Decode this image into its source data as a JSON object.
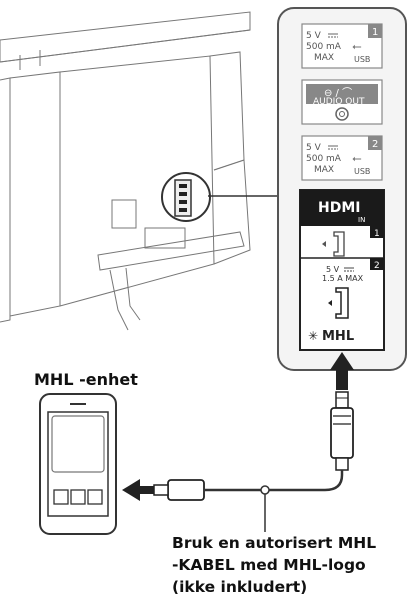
{
  "device_label": "MHL -enhet",
  "caption": {
    "line1": "Bruk en autorisert MHL",
    "line2": "-KABEL med MHL-logo",
    "line3": "(ikke inkludert)"
  },
  "ports": {
    "usb1": {
      "voltage": "5 V",
      "current": "500 mA",
      "max": "MAX",
      "number": "1",
      "label": "USB"
    },
    "audio": {
      "label": "AUDIO OUT",
      "symbol": "⊖ / ⌒"
    },
    "usb2": {
      "voltage": "5 V",
      "current": "500 mA",
      "max": "MAX",
      "number": "2",
      "label": "USB"
    },
    "hdmi": {
      "logo": "HDMI",
      "in": "IN",
      "port1": {
        "number": "1"
      },
      "port2": {
        "number": "2",
        "voltage": "5 V",
        "current": "1.5 A MAX"
      },
      "mhl": "MHL"
    }
  },
  "colors": {
    "line": "#333333",
    "panel_stroke": "#555555",
    "hdmi_bg": "#1a1a1a",
    "tv_line": "#777777"
  }
}
